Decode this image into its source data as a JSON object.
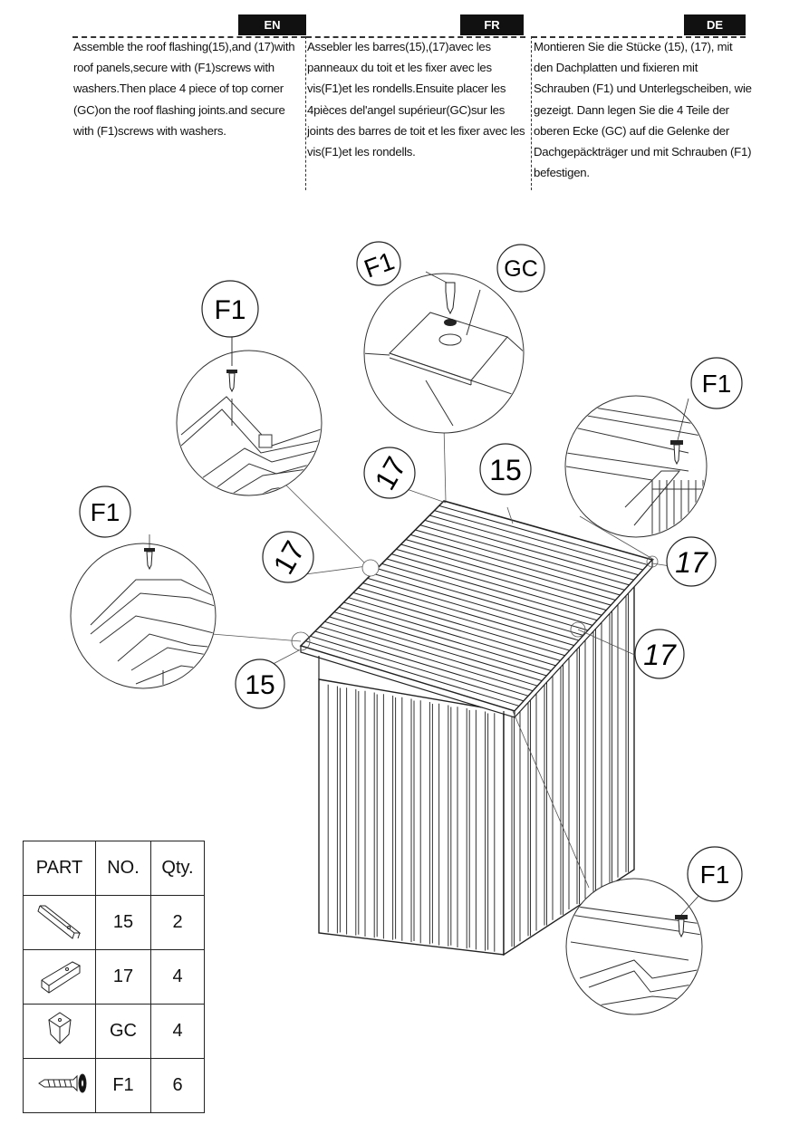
{
  "instructions": {
    "en": {
      "tag": "EN",
      "lines": [
        "Assemble the roof flashing(15),and (17)with",
        "roof panels,secure with (F1)screws with",
        "washers.Then place 4 piece of top corner",
        "(GC)on the roof flashing joints.and secure",
        "with (F1)screws with washers."
      ]
    },
    "fr": {
      "tag": "FR",
      "lines": [
        "Assebler les barres(15),(17)avec les",
        "panneaux du toit et les fixer avec les",
        "vis(F1)et les rondells.Ensuite placer les",
        "4pièces del'angel supérieur(GC)sur les",
        "joints des barres de toit et les fixer avec les",
        "vis(F1)et les rondells."
      ]
    },
    "de": {
      "tag": "DE",
      "lines": [
        "Montieren Sie die Stücke (15), (17),  mit",
        "den Dachplatten und fixieren mit",
        "Schrauben (F1) und Unterlegscheiben, wie",
        "gezeigt. Dann legen Sie die 4 Teile der",
        "oberen Ecke (GC) auf die Gelenke der",
        "Dachgepäckträger und mit Schrauben (F1)",
        "befestigen."
      ]
    }
  },
  "callouts": {
    "f1_top_left": "F1",
    "f1_top": "F1",
    "gc_top": "GC",
    "f1_right": "F1",
    "f1_left": "F1",
    "f1_bottom_right": "F1",
    "part_17_a": "17",
    "part_15_a": "15",
    "part_17_b": "17",
    "part_17_c": "17",
    "part_17_d": "17",
    "part_15_b": "15"
  },
  "parts_table": {
    "headers": [
      "PART",
      "NO.",
      "Qty."
    ],
    "rows": [
      {
        "icon": "roof-flashing-icon",
        "no": "15",
        "qty": "2"
      },
      {
        "icon": "roof-trim-icon",
        "no": "17",
        "qty": "4"
      },
      {
        "icon": "corner-cap-icon",
        "no": "GC",
        "qty": "4"
      },
      {
        "icon": "screw-washer-icon",
        "no": "F1",
        "qty": "6"
      }
    ]
  }
}
